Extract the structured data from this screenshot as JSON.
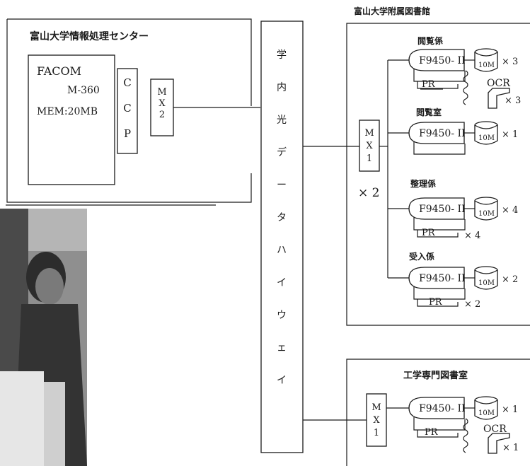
{
  "computing_center": {
    "title": "富山大学情報処理センター",
    "mainframe_name": "FACOM",
    "mainframe_model": "M-360",
    "mainframe_memory": "MEM:20MB",
    "ccp_letters": [
      "C",
      "C",
      "P"
    ],
    "mx2_letters": [
      "M",
      "X",
      "2"
    ]
  },
  "highway": {
    "label_chars": [
      "学",
      "内",
      "光",
      "デ",
      "ー",
      "タ",
      "ハ",
      "イ",
      "ウ",
      "ェ",
      "イ"
    ]
  },
  "main_library": {
    "title": "富山大学附属図書館",
    "mx1_letters": [
      "M",
      "X",
      "1"
    ],
    "mx1_count": "× 2",
    "sections": [
      {
        "name": "閲覧係",
        "terminal": "F9450- II",
        "disk": "10M",
        "disk_count": "× 3",
        "printer": "PR",
        "ocr": "OCR",
        "ocr_count": "× 3"
      },
      {
        "name": "閲覧室",
        "terminal": "F9450- II",
        "disk": "10M",
        "disk_count": "× 1"
      },
      {
        "name": "整理係",
        "terminal": "F9450- II",
        "disk": "10M",
        "disk_count": "× 4",
        "printer": "PR",
        "printer_count": "× 4"
      },
      {
        "name": "受入係",
        "terminal": "F9450- II",
        "disk": "10M",
        "disk_count": "× 2",
        "printer": "PR",
        "printer_count": "× 2"
      }
    ]
  },
  "engineering_library": {
    "title": "工学専門図書室",
    "mx1_letters": [
      "M",
      "X",
      "1"
    ],
    "terminal": "F9450- II",
    "disk": "10M",
    "disk_count": "× 1",
    "printer": "PR",
    "ocr": "OCR",
    "ocr_count": "× 1"
  }
}
